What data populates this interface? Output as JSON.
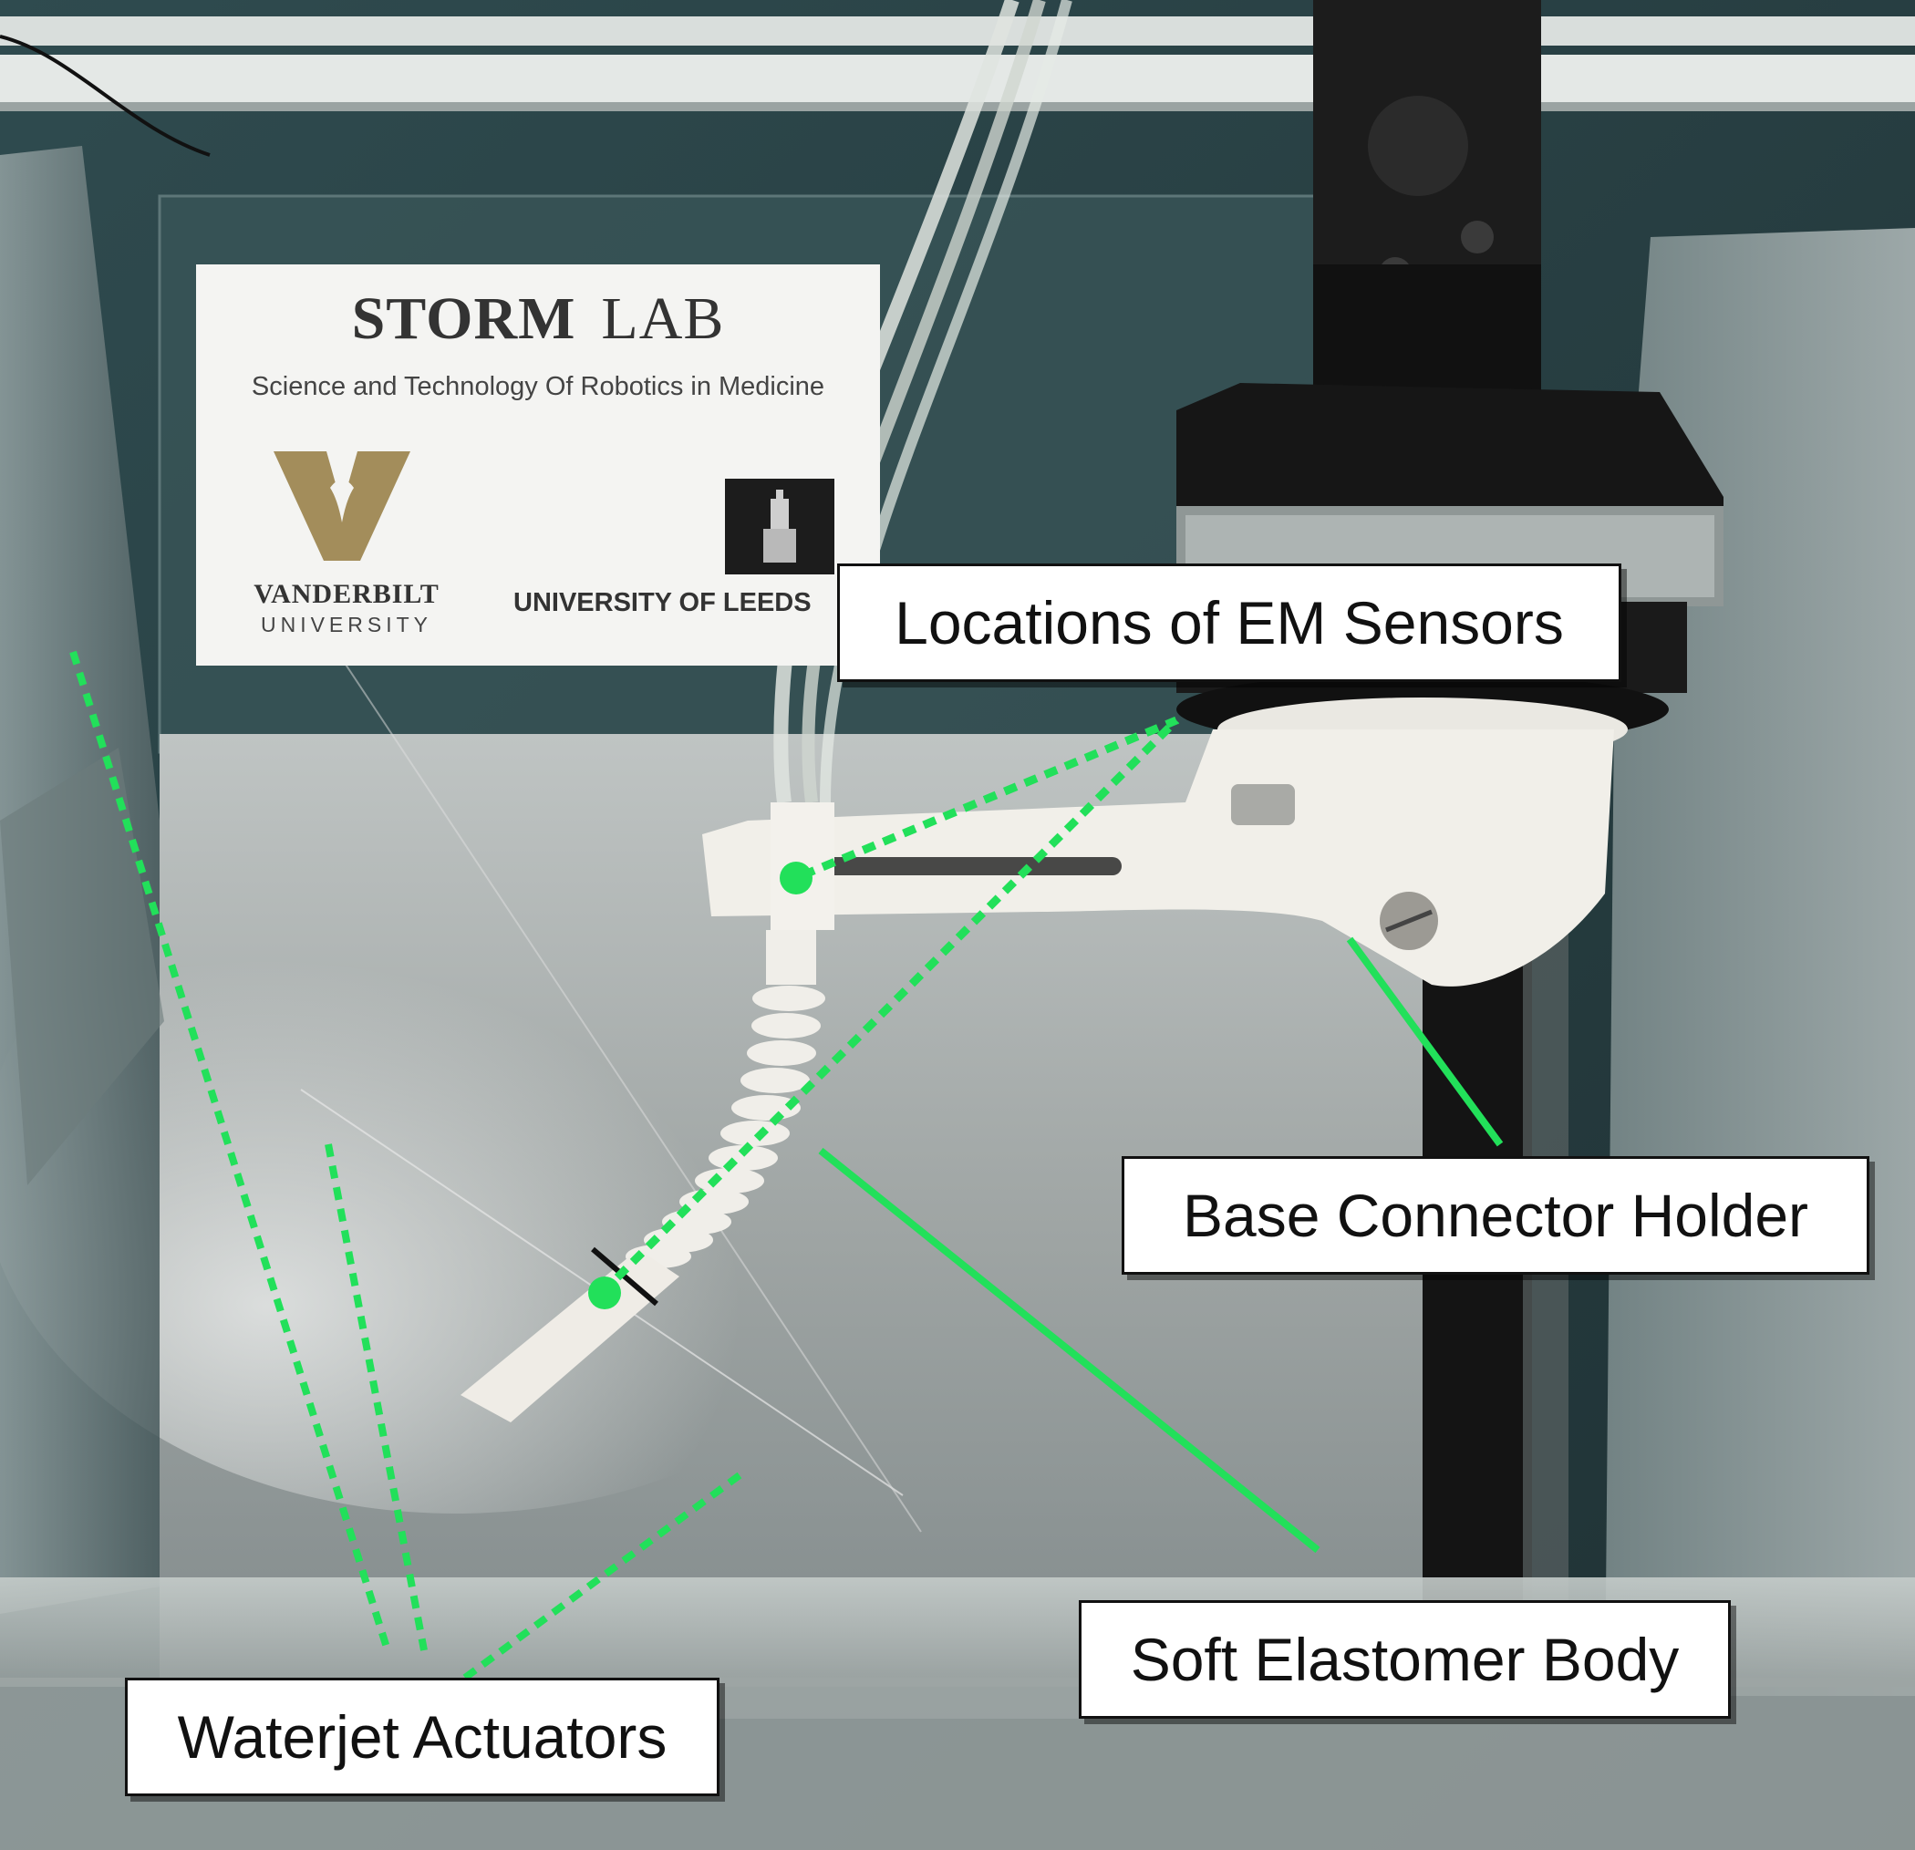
{
  "sign": {
    "title": "STORM",
    "title_suffix": "LAB",
    "subtitle": "Science and Technology Of Robotics in Medicine",
    "vanderbilt_name": "VANDERBILT",
    "vanderbilt_sub": "UNIVERSITY",
    "leeds_name": "UNIVERSITY OF LEEDS"
  },
  "callouts": {
    "em_sensors": "Locations of EM Sensors",
    "base_holder": "Base Connector Holder",
    "soft_body": "Soft Elastomer Body",
    "waterjet": "Waterjet Actuators"
  },
  "colors": {
    "annotation_green": "#22e05a",
    "callout_bg": "#ffffff",
    "tank_teal": "#2e4a4d"
  }
}
